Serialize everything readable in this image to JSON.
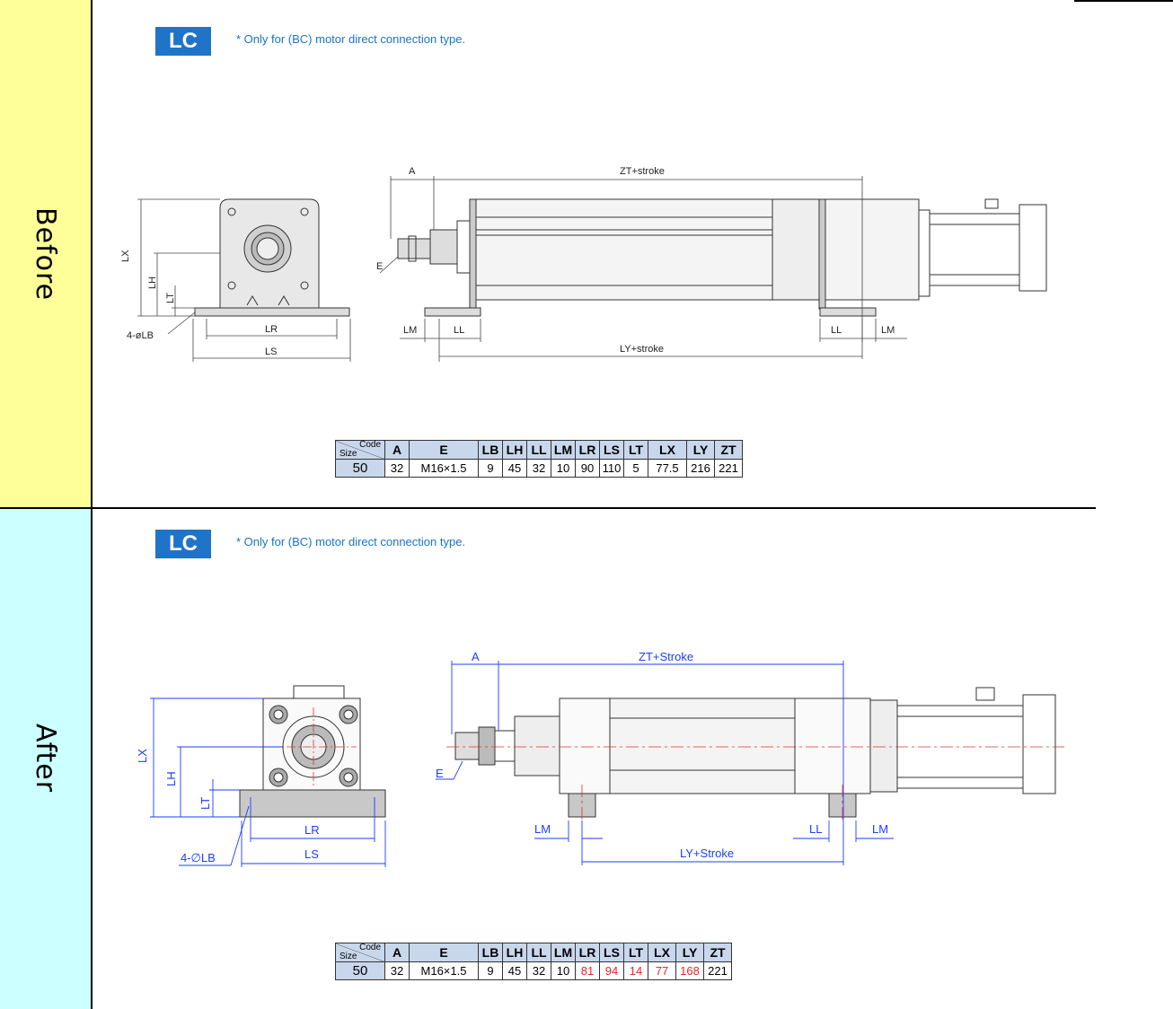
{
  "before": {
    "side_label": "Before",
    "badge": "LC",
    "note": "* Only for (BC) motor direct connection type.",
    "front_labels": {
      "lx": "LX",
      "lh": "LH",
      "lt": "LT",
      "lr": "LR",
      "ls": "LS",
      "lb": "4-øLB"
    },
    "side_labels": {
      "a": "A",
      "zt": "ZT+stroke",
      "e": "E",
      "lm_left": "LM",
      "ll_left": "LL",
      "ll_right": "LL",
      "lm_right": "LM",
      "ly": "LY+stroke"
    },
    "table": {
      "corner_top": "Code",
      "corner_bottom": "Size",
      "headers": [
        "A",
        "E",
        "LB",
        "LH",
        "LL",
        "LM",
        "LR",
        "LS",
        "LT",
        "LX",
        "LY",
        "ZT"
      ],
      "size": "50",
      "values": [
        "32",
        "M16×1.5",
        "9",
        "45",
        "32",
        "10",
        "90",
        "110",
        "5",
        "77.5",
        "216",
        "221"
      ]
    }
  },
  "after": {
    "side_label": "After",
    "badge": "LC",
    "note": "* Only for (BC) motor direct connection type.",
    "front_labels": {
      "lx": "LX",
      "lh": "LH",
      "lt": "LT",
      "lr": "LR",
      "ls": "LS",
      "lb": "4-∅LB"
    },
    "side_labels": {
      "a": "A",
      "zt": "ZT+Stroke",
      "e": "E",
      "lm_left": "LM",
      "ll_right": "LL",
      "lm_right": "LM",
      "ly": "LY+Stroke"
    },
    "table": {
      "corner_top": "Code",
      "corner_bottom": "Size",
      "headers": [
        "A",
        "E",
        "LB",
        "LH",
        "LL",
        "LM",
        "LR",
        "LS",
        "LT",
        "LX",
        "LY",
        "ZT"
      ],
      "size": "50",
      "values": [
        "32",
        "M16×1.5",
        "9",
        "45",
        "32",
        "10",
        "81",
        "94",
        "14",
        "77",
        "168",
        "221"
      ],
      "changed": [
        false,
        false,
        false,
        false,
        false,
        false,
        true,
        true,
        true,
        true,
        true,
        false
      ]
    }
  },
  "colors": {
    "badge": "#1f74c8",
    "note": "#1a73c9",
    "before_bg": "#ffff99",
    "after_bg": "#ccffff",
    "changed_value": "#e8262a",
    "dim_after": "#1e3cff"
  }
}
